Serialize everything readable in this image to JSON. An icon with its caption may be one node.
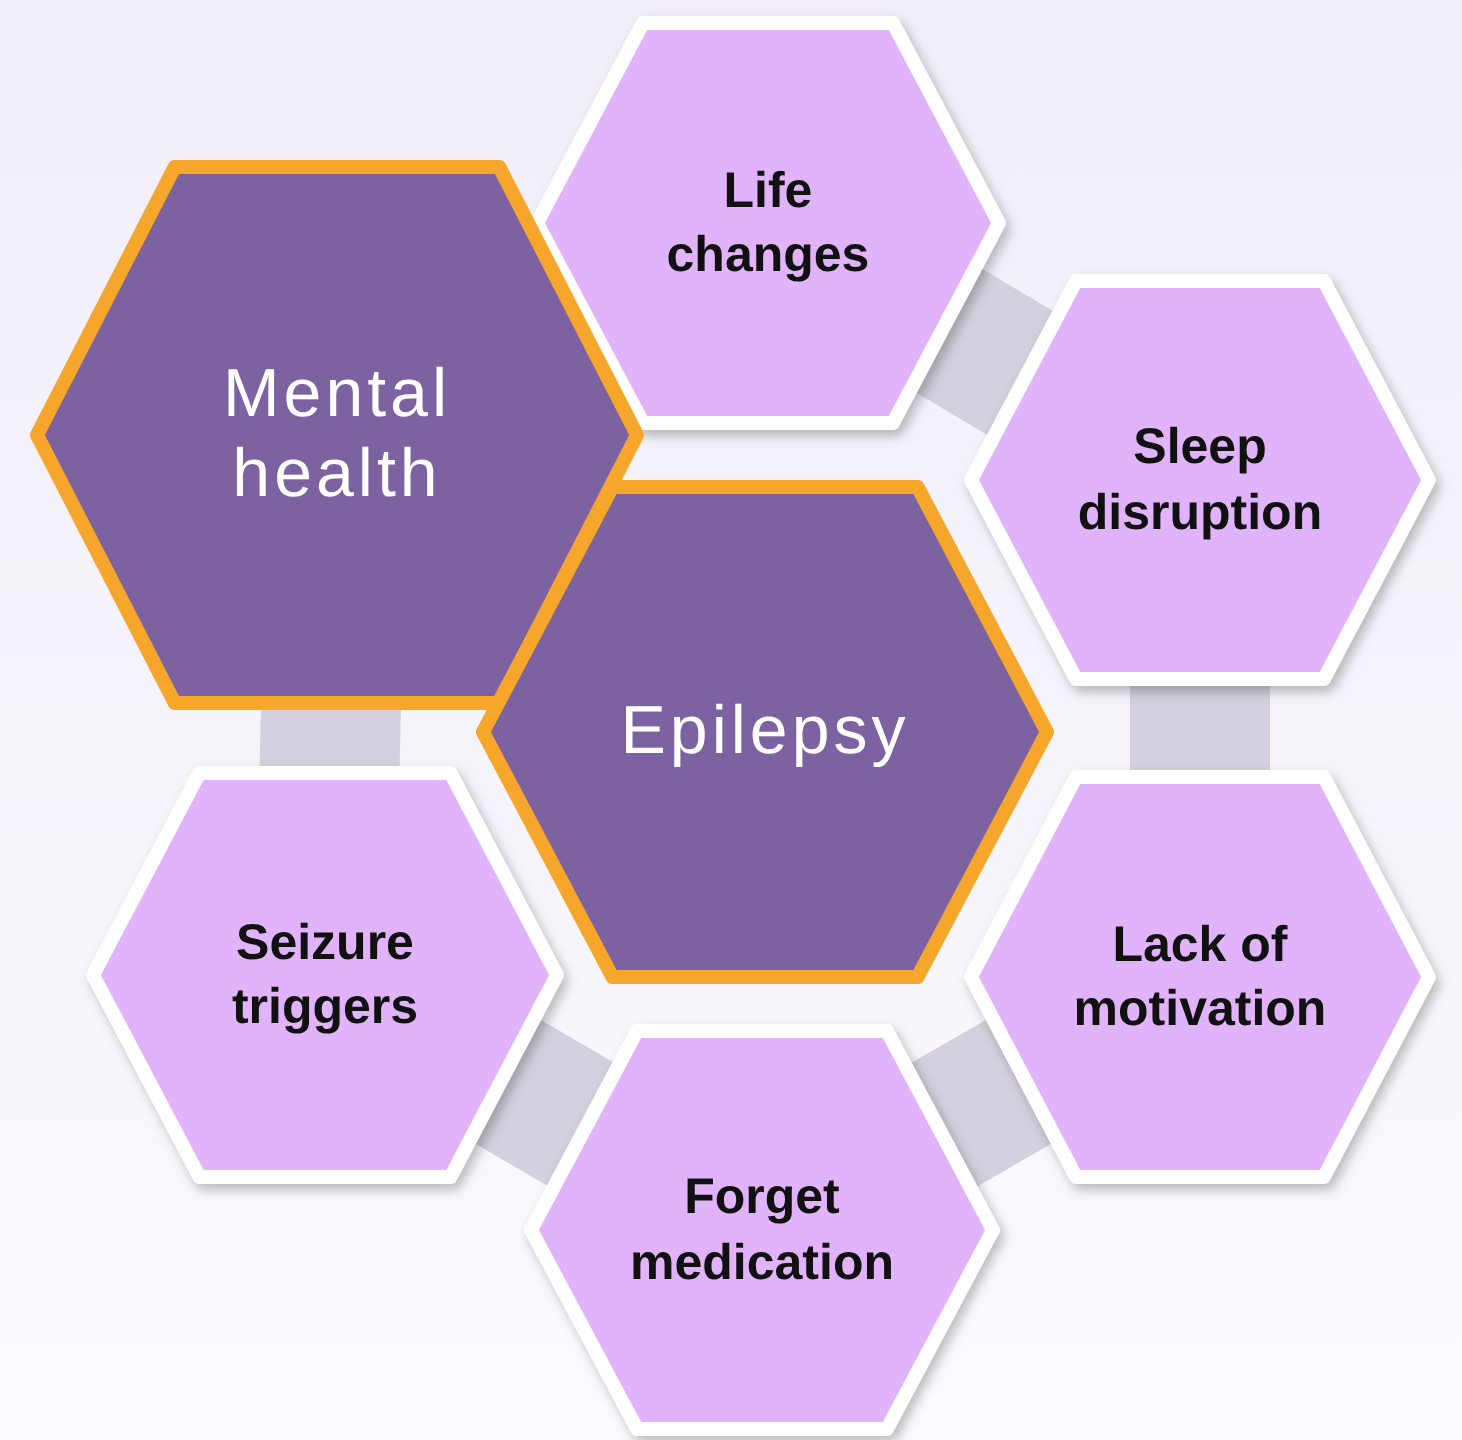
{
  "diagram": {
    "nodes": [
      {
        "text": [
          "Life changes"
        ]
      },
      {
        "text": [
          "Mental health"
        ]
      },
      {
        "text": [
          "Sleep disruption"
        ]
      },
      {
        "text": [
          "Epilepsy"
        ]
      },
      {
        "text": [
          "Seizure triggers"
        ]
      },
      {
        "text": [
          "Lack of motivation"
        ]
      },
      {
        "text": [
          "Forget medication"
        ]
      }
    ]
  }
}
